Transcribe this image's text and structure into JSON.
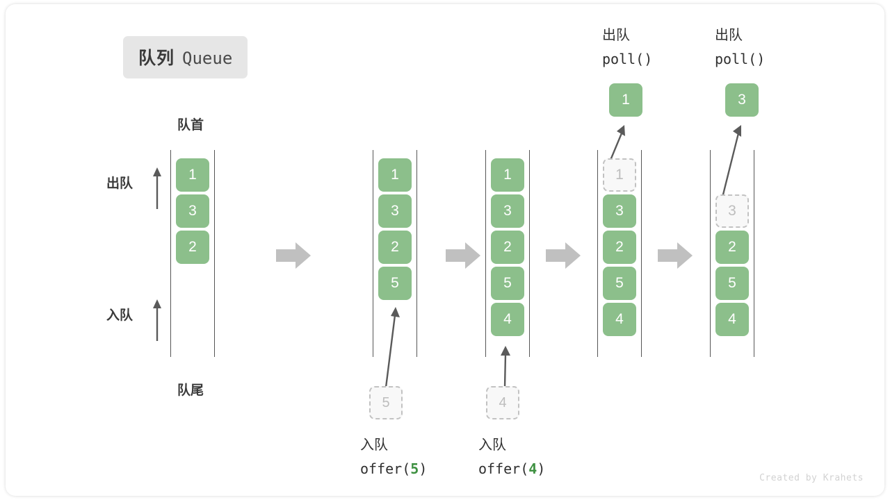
{
  "title": {
    "cn": "队列",
    "en": "Queue"
  },
  "labels": {
    "front": "队首",
    "rear": "队尾",
    "dequeue": "出队",
    "enqueue": "入队"
  },
  "credit": "Created by Krahets",
  "colors": {
    "cell_fill": "#8cbf8b",
    "cell_text": "#ffffff",
    "ghost_border": "#c2c2c2",
    "ghost_text": "#bdbdbd",
    "rail": "#555555",
    "flow_arrow": "#c0c0c0",
    "move_arrow": "#5a5a5a",
    "accent_green": "#3f9142",
    "chip_bg": "#e6e6e6"
  },
  "columns": [
    {
      "id": "initial",
      "cells": [
        {
          "value": "1",
          "state": "filled"
        },
        {
          "value": "3",
          "state": "filled"
        },
        {
          "value": "2",
          "state": "filled"
        }
      ]
    },
    {
      "id": "after-offer-5",
      "cells": [
        {
          "value": "1",
          "state": "filled"
        },
        {
          "value": "3",
          "state": "filled"
        },
        {
          "value": "2",
          "state": "filled"
        },
        {
          "value": "5",
          "state": "filled"
        }
      ],
      "pending": {
        "value": "5"
      },
      "caption": {
        "cn": "入队",
        "fn": "offer",
        "arg": "5"
      }
    },
    {
      "id": "after-offer-4",
      "cells": [
        {
          "value": "1",
          "state": "filled"
        },
        {
          "value": "3",
          "state": "filled"
        },
        {
          "value": "2",
          "state": "filled"
        },
        {
          "value": "5",
          "state": "filled"
        },
        {
          "value": "4",
          "state": "filled"
        }
      ],
      "pending": {
        "value": "4"
      },
      "caption": {
        "cn": "入队",
        "fn": "offer",
        "arg": "4"
      }
    },
    {
      "id": "after-poll-1",
      "cells": [
        {
          "value": "1",
          "state": "ghost"
        },
        {
          "value": "3",
          "state": "filled"
        },
        {
          "value": "2",
          "state": "filled"
        },
        {
          "value": "5",
          "state": "filled"
        },
        {
          "value": "4",
          "state": "filled"
        }
      ],
      "popped": {
        "value": "1"
      },
      "header": {
        "cn": "出队",
        "fn": "poll()"
      }
    },
    {
      "id": "after-poll-3",
      "cells": [
        {
          "value": "",
          "state": "spacer"
        },
        {
          "value": "3",
          "state": "ghost"
        },
        {
          "value": "2",
          "state": "filled"
        },
        {
          "value": "5",
          "state": "filled"
        },
        {
          "value": "4",
          "state": "filled"
        }
      ],
      "popped": {
        "value": "3"
      },
      "header": {
        "cn": "出队",
        "fn": "poll()"
      }
    }
  ]
}
